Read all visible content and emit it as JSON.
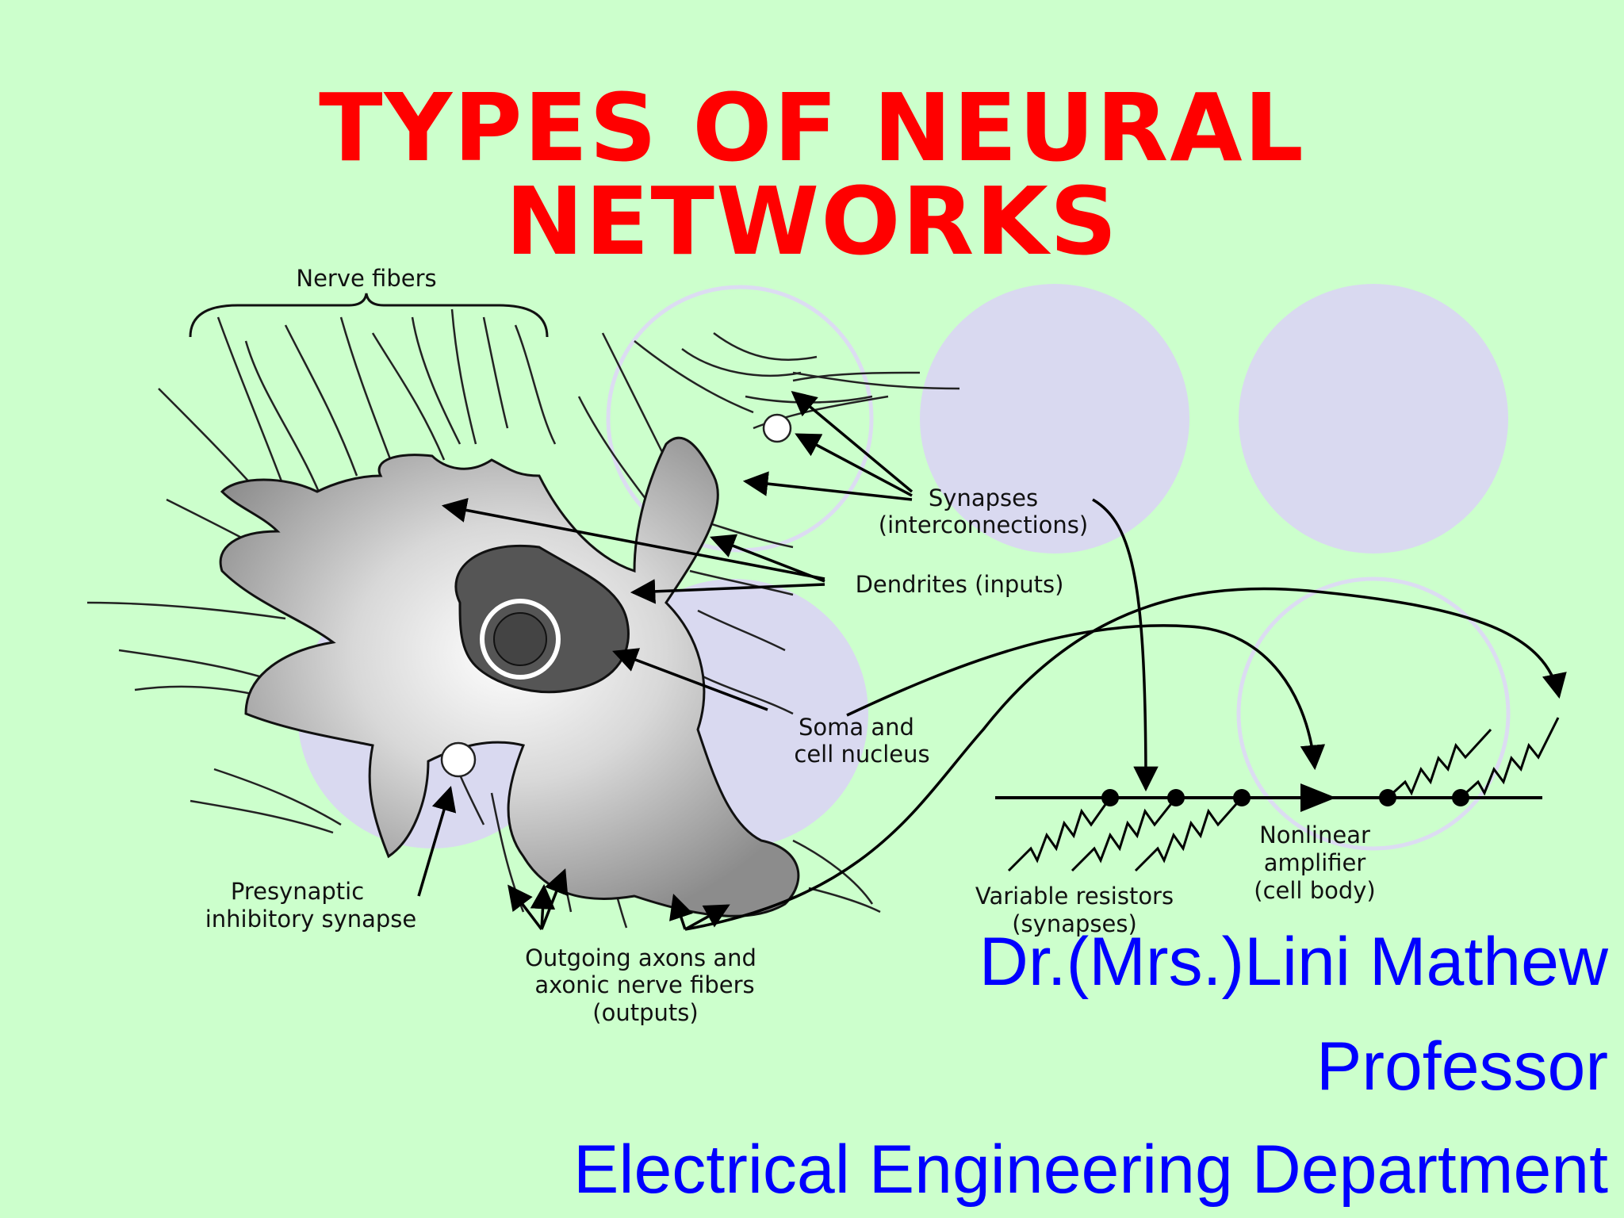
{
  "slide": {
    "title": "TYPES OF NEURAL NETWORKS",
    "author_lines": [
      "Dr.(Mrs.)Lini Mathew",
      "Professor",
      "Electrical Engineering Department"
    ]
  },
  "diagram": {
    "labels": {
      "nerve_fibers": "Nerve fibers",
      "synapses_1": "Synapses",
      "synapses_2": "(interconnections)",
      "dendrites": "Dendrites (inputs)",
      "soma_1": "Soma and",
      "soma_2": "cell nucleus",
      "presyn_1": "Presynaptic",
      "presyn_2": "inhibitory synapse",
      "axons_1": "Outgoing axons and",
      "axons_2": "axonic nerve fibers",
      "axons_3": "(outputs)",
      "resistors_1": "Variable resistors",
      "resistors_2": "(synapses)",
      "amp_1": "Nonlinear",
      "amp_2": "amplifier",
      "amp_3": "(cell body)"
    }
  },
  "colors": {
    "background": "#ccffcc",
    "title": "#ff0000",
    "author": "#0000ff",
    "circle": "#d9d9f0"
  }
}
